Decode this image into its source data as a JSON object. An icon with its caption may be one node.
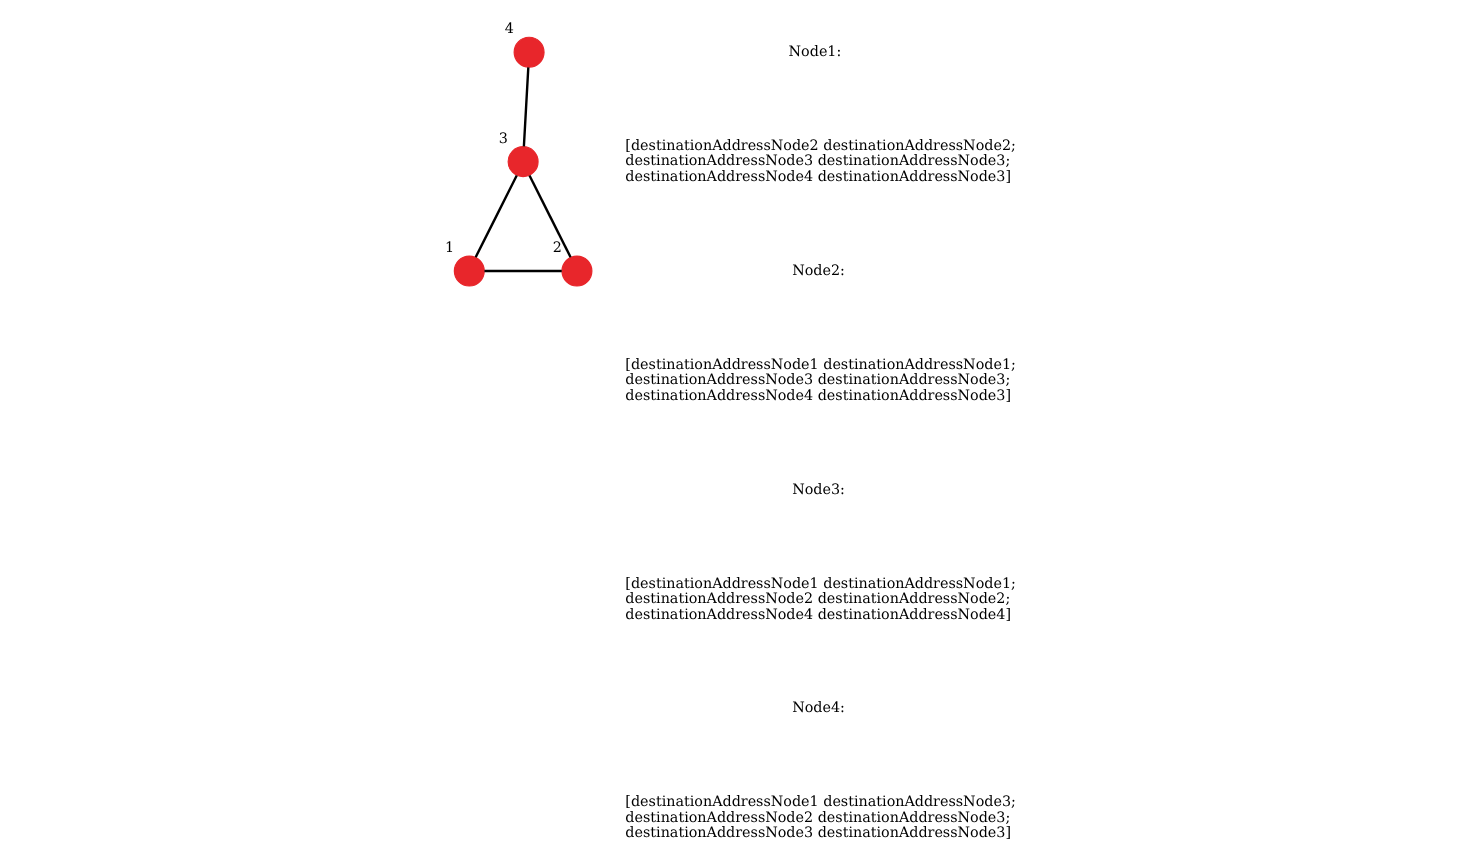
{
  "diagram": {
    "nodes": [
      {
        "text": [],
        "shape": "circle",
        "beside": [
          "4"
        ]
      },
      {
        "text": [],
        "shape": "circle",
        "beside": [
          "3"
        ]
      },
      {
        "text": [],
        "shape": "circle",
        "beside": [
          "1"
        ]
      },
      {
        "text": [],
        "shape": "circle",
        "beside": [
          "2"
        ]
      }
    ],
    "edges": [
      {
        "from": 0,
        "to": 1,
        "arrow": "none"
      },
      {
        "from": 1,
        "to": 2,
        "arrow": "none"
      },
      {
        "from": 1,
        "to": 3,
        "arrow": "none"
      },
      {
        "from": 2,
        "to": 3,
        "arrow": "none"
      }
    ],
    "labels": [
      "Node1:",
      "[destinationAddressNode2 destinationAddressNode2; destinationAddressNode3 destinationAddressNode3; destinationAddressNode4 destinationAddressNode3]",
      "Node2:",
      "[destinationAddressNode1 destinationAddressNode1; destinationAddressNode3 destinationAddressNode3; destinationAddressNode4 destinationAddressNode3]",
      "Node3:",
      "[destinationAddressNode1 destinationAddressNode1; destinationAddressNode2 destinationAddressNode2; destinationAddressNode4 destinationAddressNode4]",
      "Node4:",
      "[destinationAddressNode1 destinationAddressNode3; destinationAddressNode2 destinationAddressNode3; destinationAddressNode3 destinationAddressNode3]"
    ]
  }
}
